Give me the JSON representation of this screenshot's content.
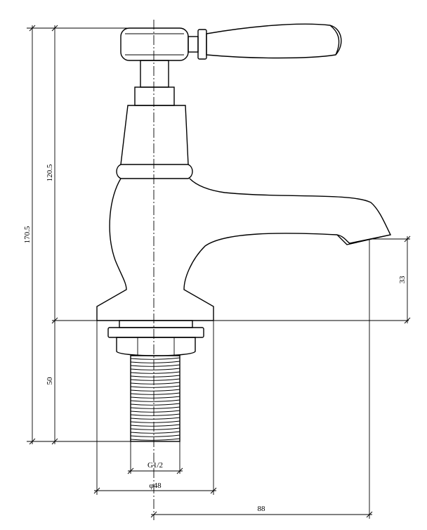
{
  "dimensions": {
    "overall_height": "170.5",
    "body_height": "120.5",
    "thread_length": "50",
    "spout_height": "33",
    "thread_size": "G1/2",
    "base_diameter": "φ48",
    "reach": "88"
  }
}
